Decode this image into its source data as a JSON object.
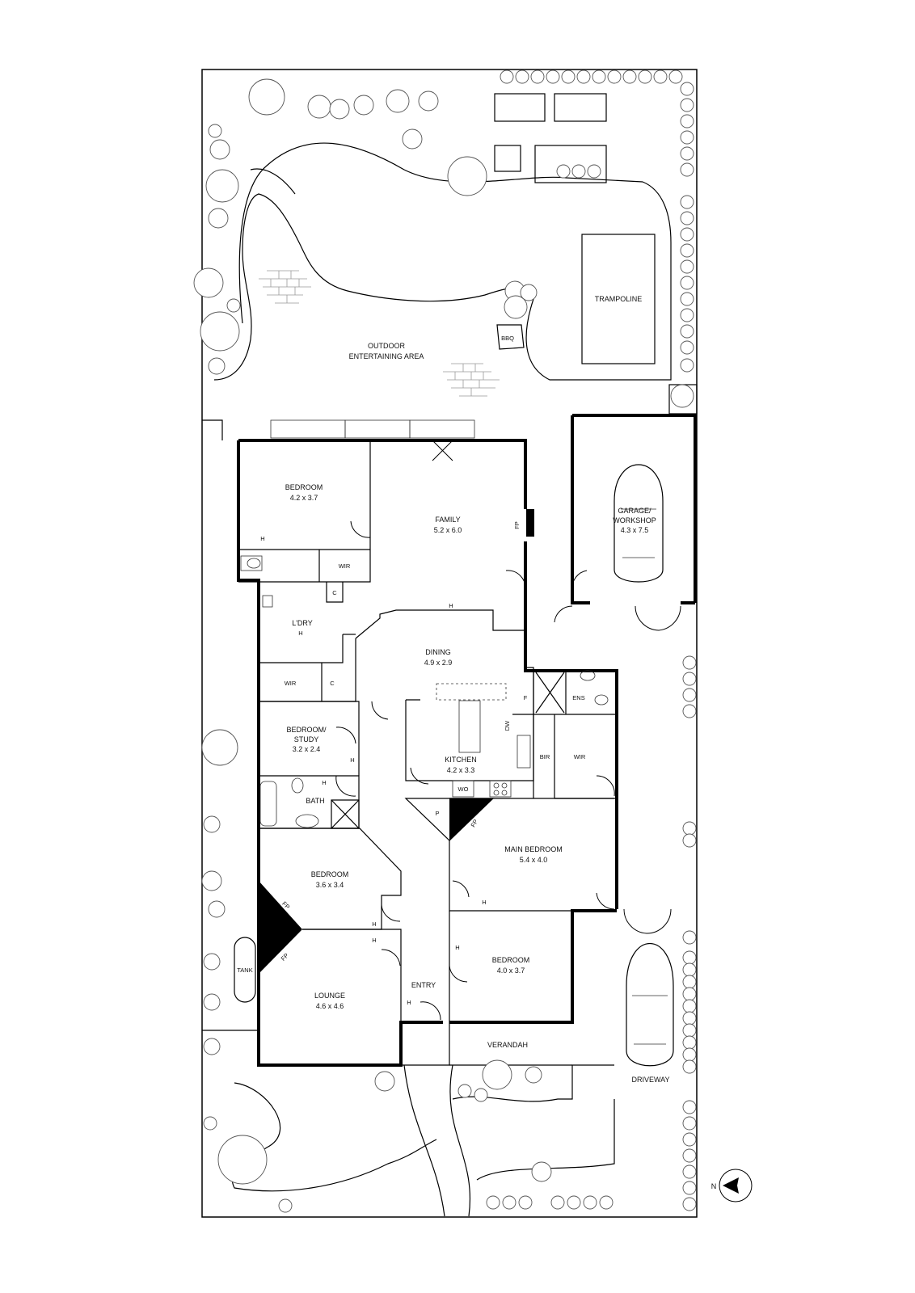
{
  "plan": {
    "rooms": [
      {
        "id": "outdoor",
        "name": "OUTDOOR",
        "name2": "ENTERTAINING AREA"
      },
      {
        "id": "bbq",
        "name": "BBQ"
      },
      {
        "id": "trampoline",
        "name": "TRAMPOLINE"
      },
      {
        "id": "bedroom_nw",
        "name": "BEDROOM",
        "dims": "4.2 x 3.7"
      },
      {
        "id": "family",
        "name": "FAMILY",
        "dims": "5.2 x 6.0"
      },
      {
        "id": "garage",
        "name": "GARAGE/",
        "name2": "WORKSHOP",
        "dims": "4.3 x 7.5"
      },
      {
        "id": "wir_nw",
        "name": "WIR"
      },
      {
        "id": "c1",
        "name": "C"
      },
      {
        "id": "laundry",
        "name": "L'DRY"
      },
      {
        "id": "dining",
        "name": "DINING",
        "dims": "4.9 x 2.9"
      },
      {
        "id": "wir_w",
        "name": "WIR"
      },
      {
        "id": "c2",
        "name": "C"
      },
      {
        "id": "study",
        "name": "BEDROOM/",
        "name2": "STUDY",
        "dims": "3.2 x 2.4"
      },
      {
        "id": "kitchen",
        "name": "KITCHEN",
        "dims": "4.2 x 3.3"
      },
      {
        "id": "ens",
        "name": "ENS"
      },
      {
        "id": "bir",
        "name": "BIR"
      },
      {
        "id": "wir_e",
        "name": "WIR"
      },
      {
        "id": "bath",
        "name": "BATH"
      },
      {
        "id": "wo",
        "name": "WO"
      },
      {
        "id": "pantry",
        "name": "P"
      },
      {
        "id": "main_bedroom",
        "name": "MAIN BEDROOM",
        "dims": "5.4 x 4.0"
      },
      {
        "id": "bedroom_w",
        "name": "BEDROOM",
        "dims": "3.6 x 3.4"
      },
      {
        "id": "bedroom_e",
        "name": "BEDROOM",
        "dims": "4.0 x 3.7"
      },
      {
        "id": "tank",
        "name": "TANK"
      },
      {
        "id": "lounge",
        "name": "LOUNGE",
        "dims": "4.6 x 4.6"
      },
      {
        "id": "entry",
        "name": "ENTRY"
      },
      {
        "id": "verandah",
        "name": "VERANDAH"
      },
      {
        "id": "driveway",
        "name": "DRIVEWAY"
      }
    ],
    "markers": {
      "fp": "FP",
      "h": "H",
      "dw": "DW",
      "f": "F"
    },
    "compass": {
      "label": "N"
    }
  }
}
